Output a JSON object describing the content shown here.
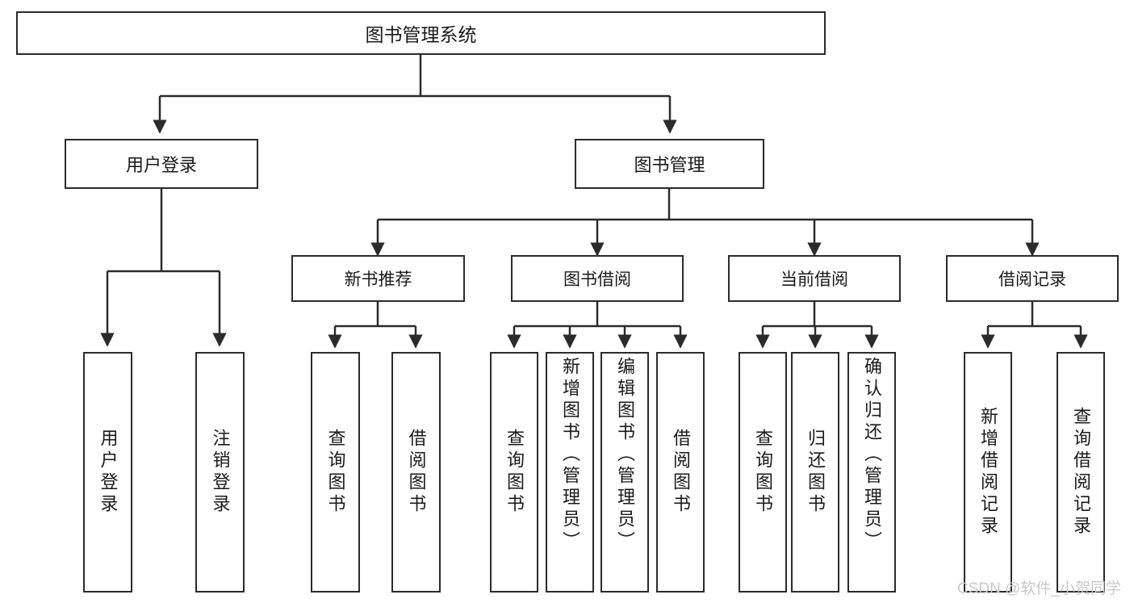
{
  "diagram": {
    "title": "图书管理系统",
    "type": "tree",
    "watermark": "CSDN @软件_小贺同学",
    "root": {
      "label": "图书管理系统"
    },
    "level2": [
      {
        "label": "用户登录"
      },
      {
        "label": "图书管理"
      }
    ],
    "level3": [
      {
        "label": "新书推荐"
      },
      {
        "label": "图书借阅"
      },
      {
        "label": "当前借阅"
      },
      {
        "label": "借阅记录"
      }
    ],
    "leaves": {
      "user_login": [
        {
          "label": "用户登录"
        },
        {
          "label": "注销登录"
        }
      ],
      "new_book_recommend": [
        {
          "label": "查询图书"
        },
        {
          "label": "借阅图书"
        }
      ],
      "book_borrow": [
        {
          "label": "查询图书"
        },
        {
          "label": "新增图书（管理员）"
        },
        {
          "label": "编辑图书（管理员）"
        },
        {
          "label": "借阅图书"
        }
      ],
      "current_borrow": [
        {
          "label": "查询图书"
        },
        {
          "label": "归还图书"
        },
        {
          "label": "确认归还（管理员）"
        }
      ],
      "borrow_record": [
        {
          "label": "新增借阅记录"
        },
        {
          "label": "查询借阅记录"
        }
      ]
    },
    "colors": {
      "stroke": "#2b2b2b",
      "fill": "#ffffff",
      "text": "#1a1a1a",
      "watermark": "#c9c9c9"
    }
  }
}
